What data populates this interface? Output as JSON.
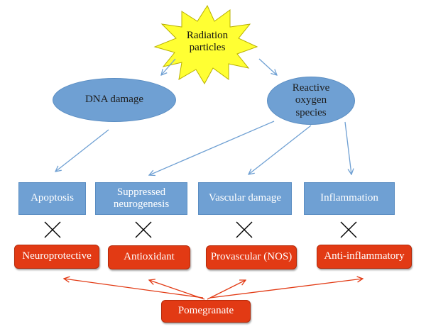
{
  "source": {
    "label": "Radiation particles"
  },
  "causes": [
    {
      "label": "DNA damage"
    },
    {
      "label": "Reactive oxygen species"
    }
  ],
  "effects": [
    {
      "label": "Apoptosis"
    },
    {
      "label": "Suppressed neurogenesis"
    },
    {
      "label": "Vascular damage"
    },
    {
      "label": "Inflammation"
    }
  ],
  "protections": [
    {
      "label": "Neuroprotective"
    },
    {
      "label": "Antioxidant"
    },
    {
      "label": "Provascular (NOS)"
    },
    {
      "label": "Anti-inflammatory"
    }
  ],
  "agent": {
    "label": "Pomegranate"
  },
  "colors": {
    "star_fill": "#ffff33",
    "ellipse_fill": "#6fa0d3",
    "box_fill": "#6fa0d3",
    "red_fill": "#e23a14",
    "blue_arrow": "#6fa0d3",
    "red_arrow": "#e23a14"
  }
}
